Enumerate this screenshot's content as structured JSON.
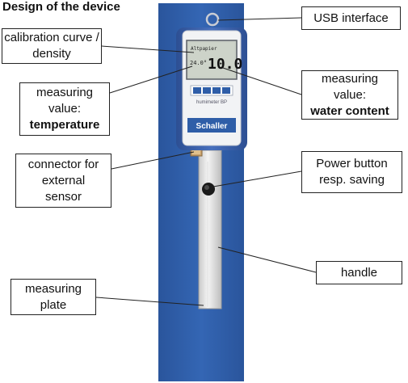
{
  "title": "Design of the device",
  "labels": {
    "usb": "USB interface",
    "calibration": [
      "calibration curve /",
      "density"
    ],
    "temperature": [
      "measuring",
      "value:",
      "temperature"
    ],
    "water": [
      "measuring",
      "value:",
      "water content"
    ],
    "connector": [
      "connector for",
      "external",
      "sensor"
    ],
    "power": [
      "Power button",
      "resp. saving"
    ],
    "handle": "handle",
    "plate": [
      "measuring",
      "plate"
    ]
  },
  "device": {
    "brand": "Schaller",
    "model": "humimeter BP",
    "display": {
      "curve": "Altpapier",
      "temperature": "24.0°",
      "value": "10.0"
    }
  },
  "colors": {
    "board": "#2f5ea8",
    "casing": "#3b62b0",
    "lcd": "#c9cfc6"
  }
}
